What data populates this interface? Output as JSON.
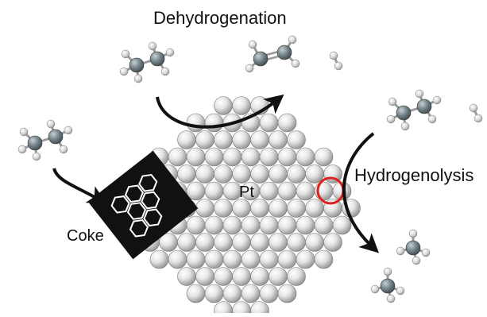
{
  "labels": {
    "dehydrogenation": "Dehydrogenation",
    "hydrogenolysis": "Hydrogenolysis",
    "coke": "Coke",
    "pt": "Pt"
  },
  "colors": {
    "pt_sphere_light": "#f2f2f2",
    "pt_sphere_dark": "#8a8a8a",
    "coke_fill": "#111111",
    "coke_bonds": "#ffffff",
    "carbon_atom": "#6f7b80",
    "hydrogen_atom": "#d6d6d6",
    "arrow": "#111111",
    "highlight_circle": "#e02020"
  },
  "icons": {
    "reactant_molecule": "ethane-molecule-icon",
    "dehydrogenation_product": "ethylene-molecule-icon",
    "hydrogenolysis_product": "methane-molecule-icon",
    "hydrogen_product": "hydrogen-molecule-icon"
  }
}
